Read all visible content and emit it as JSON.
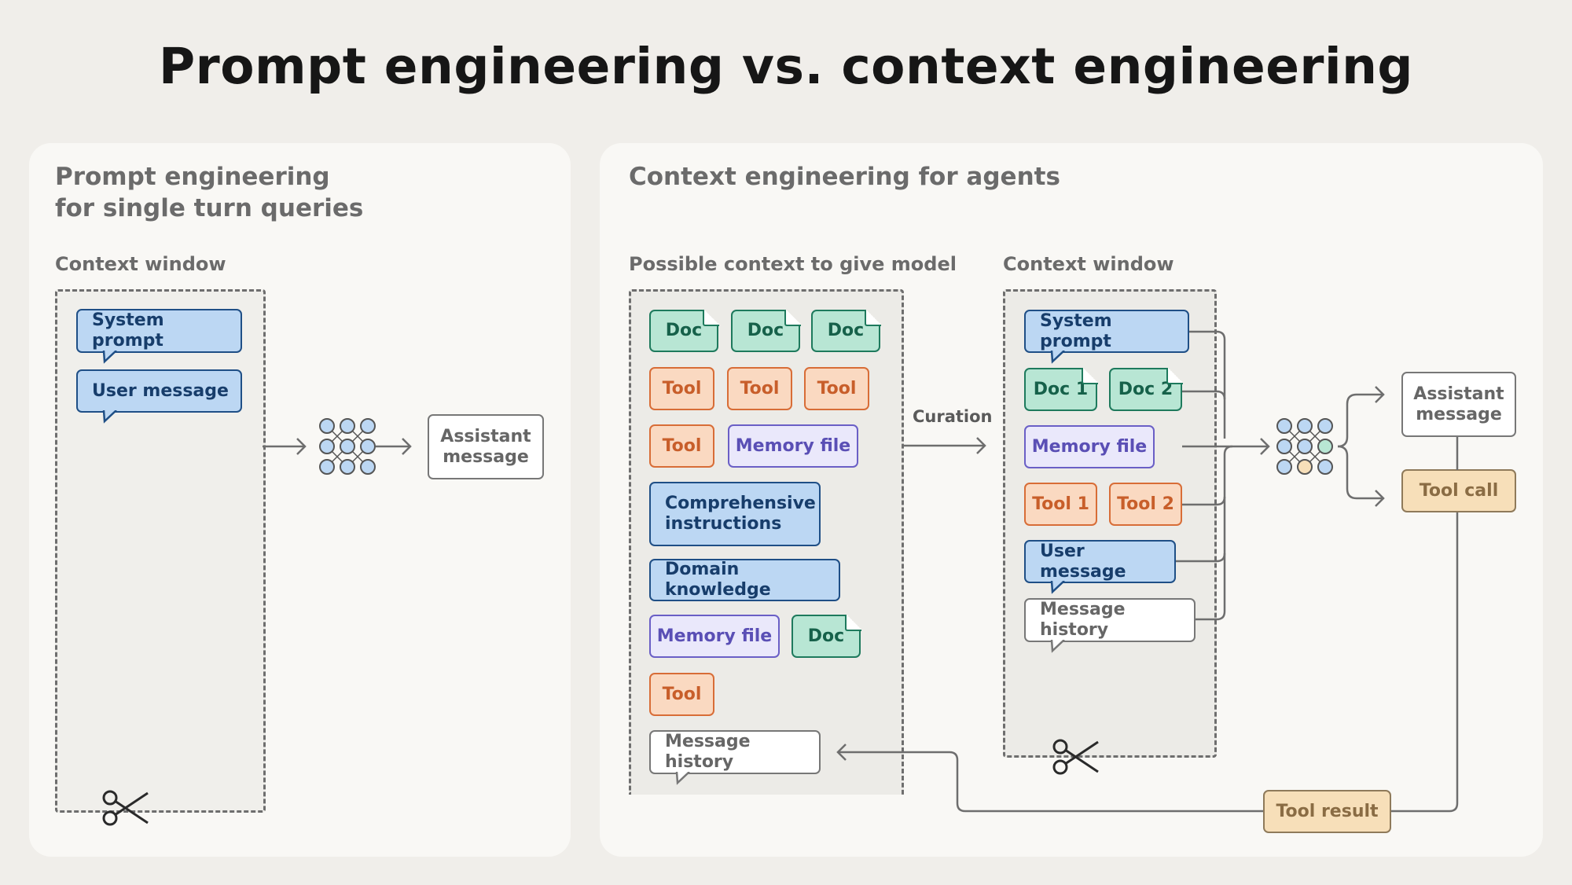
{
  "title": "Prompt engineering vs. context engineering",
  "left_panel": {
    "title_line1": "Prompt engineering",
    "title_line2": "for single turn queries",
    "context_window_label": "Context window",
    "system_prompt": "System prompt",
    "user_message": "User message",
    "assistant_message_line1": "Assistant",
    "assistant_message_line2": "message"
  },
  "right_panel": {
    "title": "Context engineering for agents",
    "possible_context_label": "Possible context to give model",
    "context_window_label": "Context window",
    "curation_label": "Curation",
    "possible": {
      "doc": "Doc",
      "tool": "Tool",
      "memory_file": "Memory file",
      "comprehensive_line1": "Comprehensive",
      "comprehensive_line2": "instructions",
      "domain_knowledge": "Domain knowledge",
      "message_history": "Message history"
    },
    "window": {
      "system_prompt": "System prompt",
      "doc1": "Doc 1",
      "doc2": "Doc 2",
      "memory_file": "Memory file",
      "tool1": "Tool 1",
      "tool2": "Tool 2",
      "user_message": "User message",
      "message_history": "Message history"
    },
    "assistant_message_line1": "Assistant",
    "assistant_message_line2": "message",
    "tool_call": "Tool call",
    "tool_result": "Tool result"
  },
  "colors": {
    "blue": "#bcd7f3",
    "green": "#b8e6d4",
    "orange": "#fad9c1",
    "purple": "#eae8fb",
    "tan": "#f7dfb9"
  },
  "icons": [
    "neural-network-icon",
    "scissors-icon",
    "arrow-icon"
  ]
}
